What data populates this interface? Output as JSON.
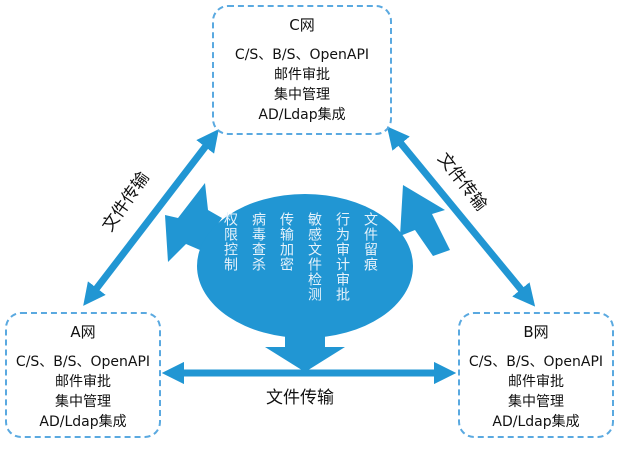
{
  "nodes": {
    "c": {
      "title": "C网",
      "lines": [
        "C/S、B/S、OpenAPI",
        "邮件审批",
        "集中管理",
        "AD/Ldap集成"
      ]
    },
    "a": {
      "title": "A网",
      "lines": [
        "C/S、B/S、OpenAPI",
        "邮件审批",
        "集中管理",
        "AD/Ldap集成"
      ]
    },
    "b": {
      "title": "B网",
      "lines": [
        "C/S、B/S、OpenAPI",
        "邮件审批",
        "集中管理",
        "AD/Ldap集成"
      ]
    }
  },
  "edges": {
    "ca": "文件传输",
    "cb": "文件传输",
    "ab": "文件传输"
  },
  "center": {
    "features": [
      "文件留痕",
      "行为审计审批",
      "敏感文件检测",
      "传输加密",
      "病毒查杀",
      "权限控制"
    ]
  },
  "colors": {
    "accent": "#2196d3",
    "border": "#5aa9e0"
  }
}
